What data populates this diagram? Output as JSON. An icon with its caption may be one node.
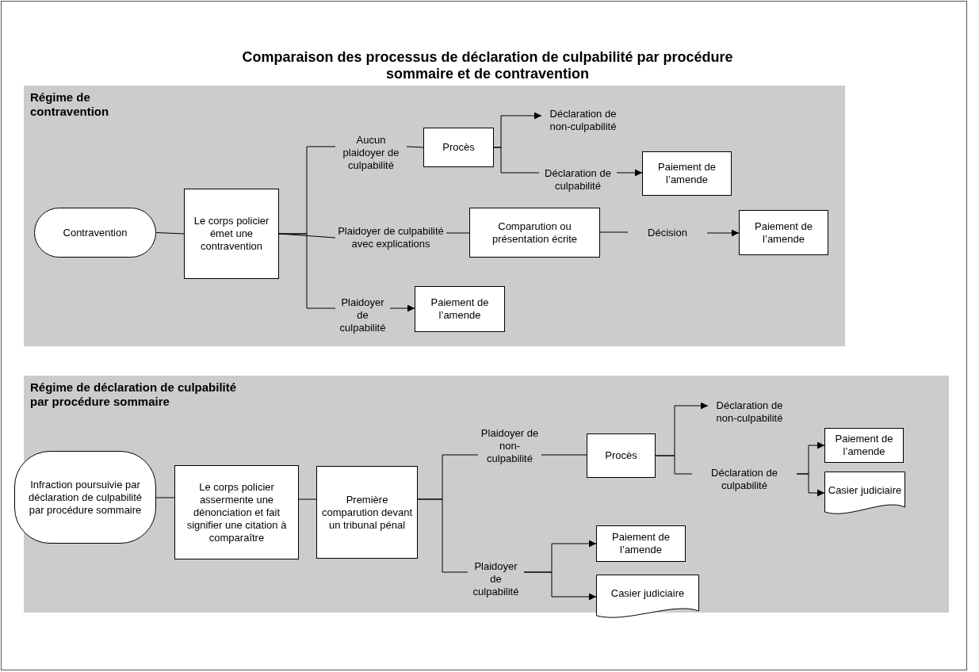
{
  "diagram": {
    "title": "Comparaison des processus de déclaration de culpabilité par procédure sommaire et de contravention",
    "nodes": [
      {
        "text": [
          "Régime de contravention"
        ]
      },
      {
        "text": [
          "Contravention"
        ],
        "in": 0
      },
      {
        "text": [
          "Le corps policier émet une contravention"
        ],
        "in": 0
      },
      {
        "text": [
          "Aucun plaidoyer de culpabilité"
        ],
        "in": 0
      },
      {
        "text": [
          "Procès"
        ],
        "in": 0
      },
      {
        "text": [
          "Déclaration de non-culpabilité"
        ],
        "in": 0
      },
      {
        "text": [
          "Déclaration de culpabilité"
        ],
        "in": 0
      },
      {
        "text": [
          "Paiement de l’amende"
        ],
        "in": 0
      },
      {
        "text": [
          "Plaidoyer de culpabilité avec explications"
        ],
        "in": 0
      },
      {
        "text": [
          "Comparution ou présentation écrite"
        ],
        "in": 0
      },
      {
        "text": [
          "Décision"
        ],
        "in": 0
      },
      {
        "text": [
          "Paiement de l’amende"
        ],
        "in": 0
      },
      {
        "text": [
          "Plaidoyer de culpabilité"
        ],
        "in": 0
      },
      {
        "text": [
          "Paiement de l’amende"
        ],
        "in": 0
      },
      {
        "text": [
          "Régime de déclaration de culpabilité par procédure sommaire"
        ]
      },
      {
        "text": [
          "Infraction poursuivie par déclaration de culpabilité par procédure sommaire"
        ],
        "in": 14
      },
      {
        "text": [
          "Le corps policier assermente une dénonciation et fait signifier une citation à comparaître"
        ],
        "in": 14
      },
      {
        "text": [
          "Première comparution devant un tribunal pénal"
        ],
        "in": 14
      },
      {
        "text": [
          "Plaidoyer de non-culpabilité"
        ],
        "in": 14
      },
      {
        "text": [
          "Procès"
        ],
        "in": 14
      },
      {
        "text": [
          "Déclaration de non-culpabilité"
        ],
        "in": 14
      },
      {
        "text": [
          "Déclaration de culpabilité"
        ],
        "in": 14
      },
      {
        "text": [
          "Paiement de l’amende"
        ],
        "in": 14
      },
      {
        "text": [
          "Casier judiciaire"
        ],
        "in": 14
      },
      {
        "text": [
          "Plaidoyer de culpabilité"
        ],
        "in": 14
      },
      {
        "text": [
          "Paiement de l’amende"
        ],
        "in": 14
      },
      {
        "text": [
          "Casier judiciaire"
        ],
        "in": 14
      }
    ],
    "edges": [
      {
        "from": 1,
        "to": 2,
        "arrow": "none"
      },
      {
        "from": 2,
        "to": 3,
        "arrow": "none"
      },
      {
        "from": 2,
        "to": 8,
        "arrow": "none"
      },
      {
        "from": 2,
        "to": 12,
        "arrow": "none"
      },
      {
        "from": 3,
        "to": 4,
        "arrow": "none"
      },
      {
        "from": 4,
        "to": 5,
        "arrow": "to"
      },
      {
        "from": 4,
        "to": 6,
        "arrow": "none"
      },
      {
        "from": 6,
        "to": 7,
        "arrow": "to"
      },
      {
        "from": 8,
        "to": 9,
        "arrow": "none"
      },
      {
        "from": 9,
        "to": 10,
        "arrow": "none"
      },
      {
        "from": 10,
        "to": 11,
        "arrow": "to"
      },
      {
        "from": 12,
        "to": 13,
        "arrow": "to"
      },
      {
        "from": 15,
        "to": 16,
        "arrow": "none"
      },
      {
        "from": 16,
        "to": 17,
        "arrow": "none"
      },
      {
        "from": 17,
        "to": 18,
        "arrow": "none"
      },
      {
        "from": 17,
        "to": 24,
        "arrow": "none"
      },
      {
        "from": 18,
        "to": 19,
        "arrow": "none"
      },
      {
        "from": 19,
        "to": 20,
        "arrow": "to"
      },
      {
        "from": 19,
        "to": 21,
        "arrow": "none"
      },
      {
        "from": 21,
        "to": 22,
        "arrow": "to"
      },
      {
        "from": 21,
        "to": 23,
        "arrow": "to"
      },
      {
        "from": 24,
        "to": 25,
        "arrow": "to"
      },
      {
        "from": 24,
        "to": 26,
        "arrow": "to"
      }
    ]
  }
}
